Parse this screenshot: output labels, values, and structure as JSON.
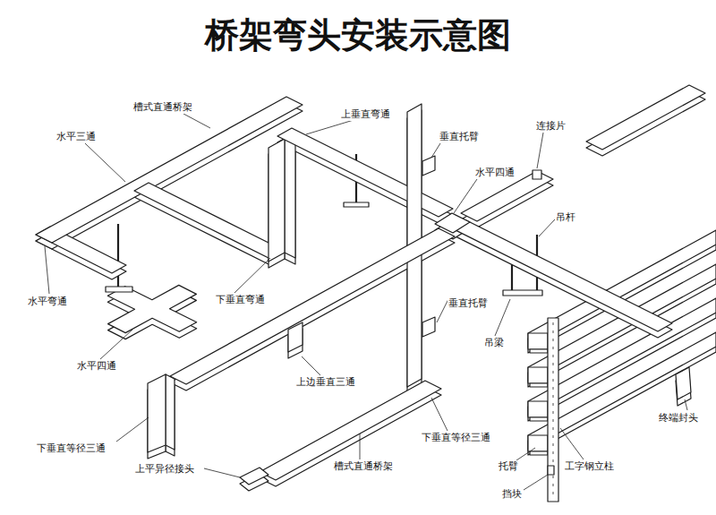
{
  "diagram": {
    "title": "桥架弯头安装示意图",
    "labels": [
      "槽式直通桥架",
      "水平三通",
      "上垂直弯通",
      "垂直托臂",
      "连接片",
      "水平四通",
      "吊杆",
      "水平弯通",
      "下垂直弯通",
      "垂直托臂",
      "吊梁",
      "水平四通",
      "上边垂直三通",
      "终端封头",
      "下垂直等径三通",
      "下垂直等径三通",
      "上平异径接头",
      "槽式直通桥架",
      "托臂",
      "工字钢立柱",
      "挡块"
    ]
  }
}
